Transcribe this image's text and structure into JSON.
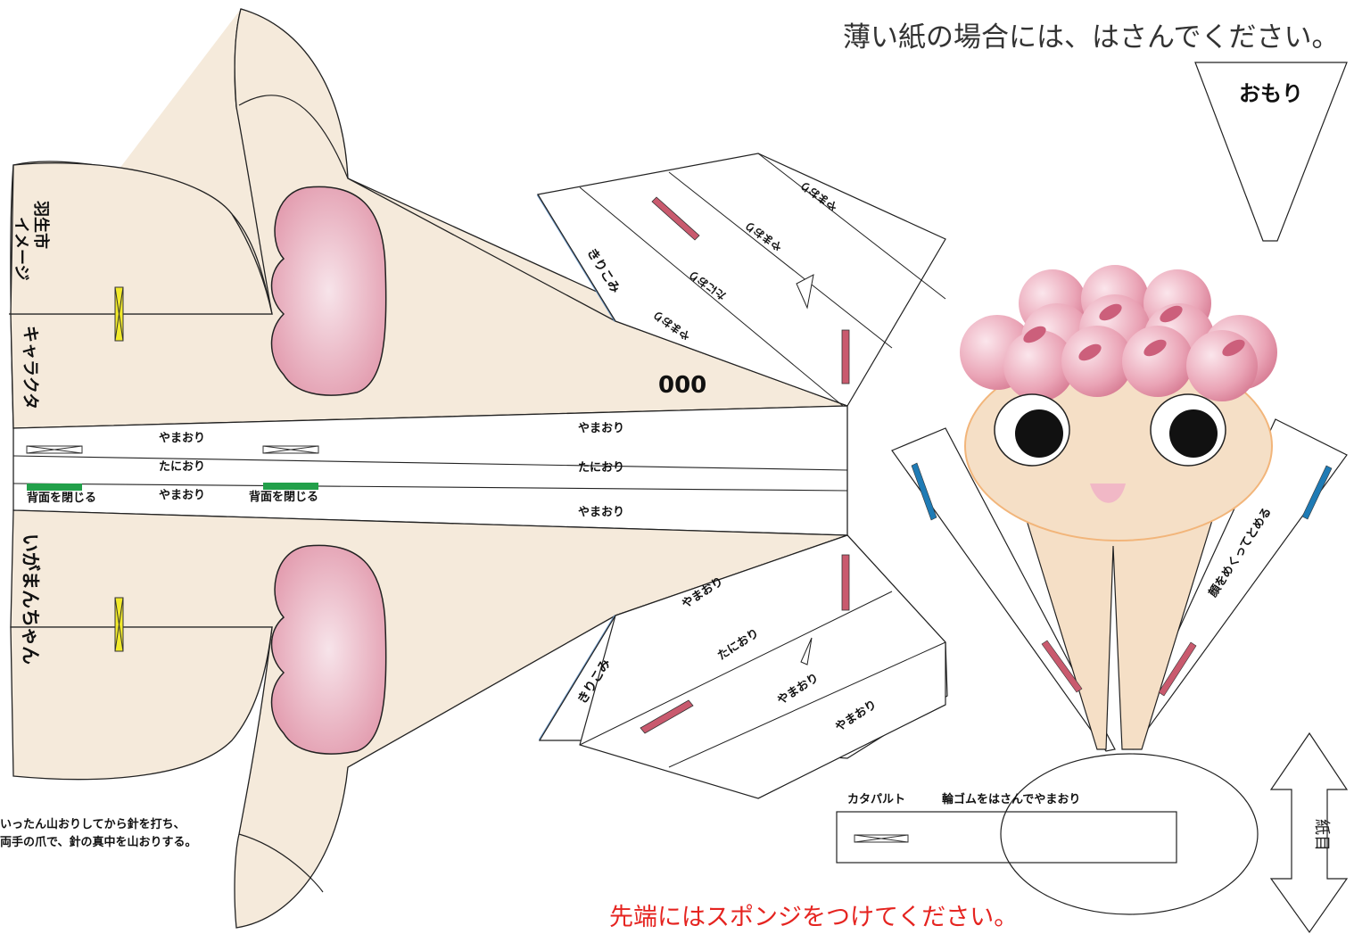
{
  "header": {
    "thin_paper_note": "薄い紙の場合には、はさんでください。"
  },
  "weight": {
    "label": "おもり"
  },
  "wing": {
    "badge": "000",
    "city_label_1": "羽生市",
    "city_label_2": "イメージ",
    "character_label": "キャラクタ",
    "name_label": "いがまんちゃん",
    "folds": {
      "yama": "やまおり",
      "tani": "たにおり",
      "kirikomi": "きりこみ",
      "close_back": "背面を閉じる"
    }
  },
  "head": {
    "fold_note": "顔をめくってとめる"
  },
  "instructions": {
    "line1": "いったん山おりしてから針を打ち、",
    "line2": "両手の爪で、針の真中を山おりする。"
  },
  "catapult": {
    "label": "カタパルト",
    "rubber_note": "輪ゴムをはさんでやまおり"
  },
  "grain": {
    "label": "紙目"
  },
  "footer": {
    "sponge_note": "先端にはスポンジをつけてください。"
  },
  "colors": {
    "wing_fill": "#f5eadb",
    "ear_fill": "#e9a8b7",
    "bun_fill": "#e8a5b7",
    "slot_red": "#c95a6e",
    "slot_blue": "#1f7bb5",
    "slot_yellow": "#f2ea2a",
    "slot_green": "#22a04a",
    "footer_red": "#e52420"
  }
}
